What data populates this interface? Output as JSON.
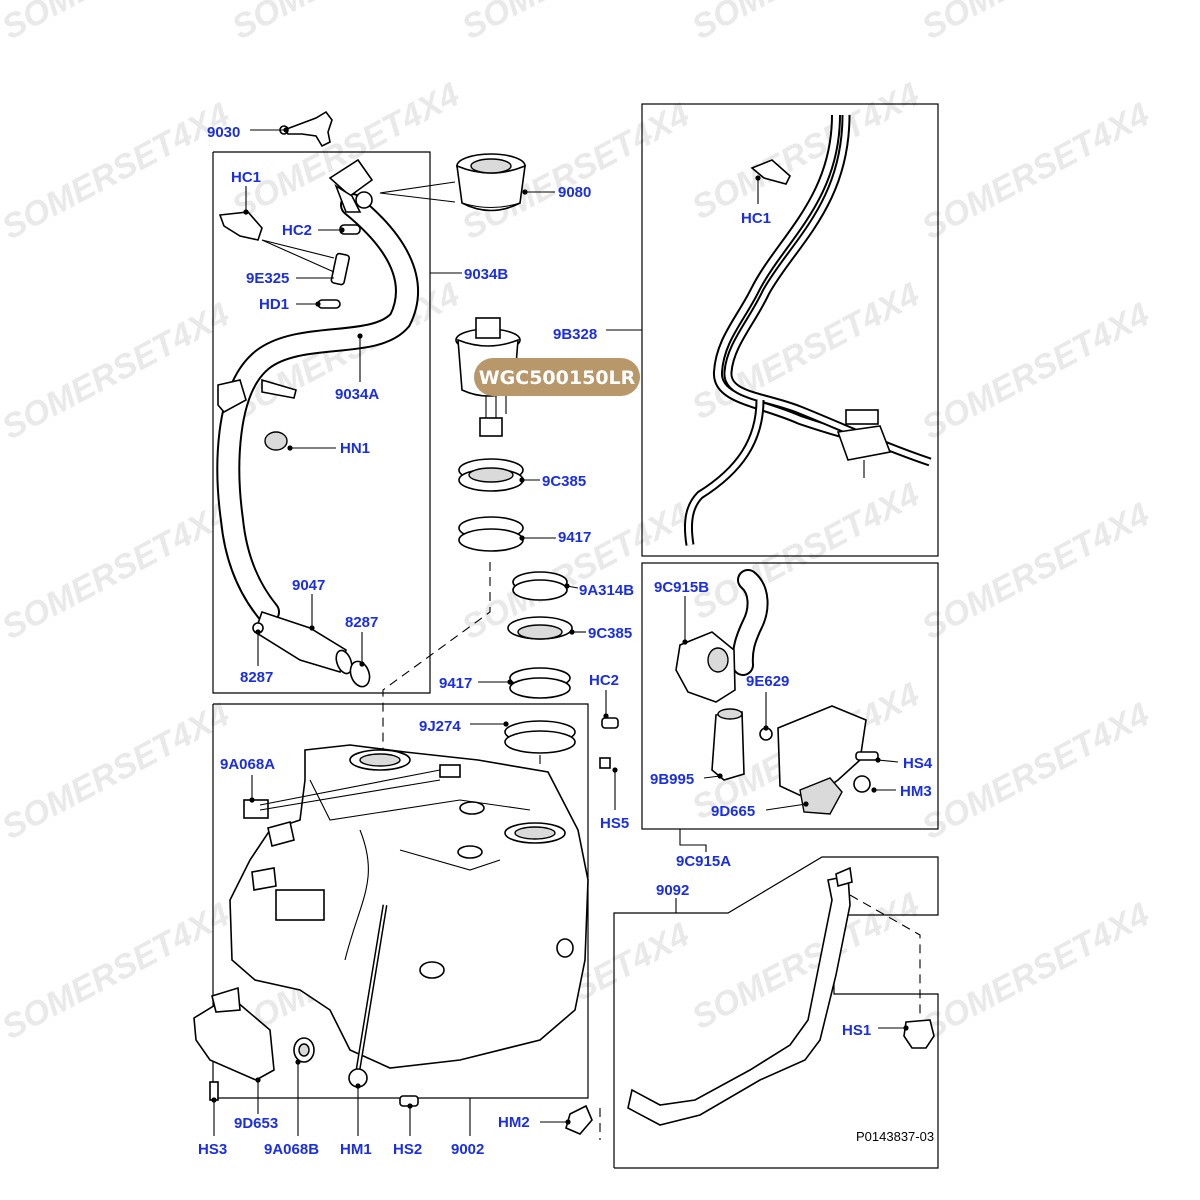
{
  "watermark": "SOMERSET4X4",
  "highlight_part": {
    "label": "WGC500150LR",
    "color": "#b8986a"
  },
  "reference": "P0143837-03",
  "callouts": {
    "c9030": "9030",
    "c9080": "9080",
    "cHC1a": "HC1",
    "cHC2a": "HC2",
    "c9E325": "9E325",
    "cHD1": "HD1",
    "c9034B": "9034B",
    "c9034A": "9034A",
    "cHN1": "HN1",
    "c9047": "9047",
    "c8287a": "8287",
    "c8287b": "8287",
    "c9C385a": "9C385",
    "c9417a": "9417",
    "c9A314B": "9A314B",
    "c9C385b": "9C385",
    "c9417b": "9417",
    "c9J274": "9J274",
    "c9B328": "9B328",
    "cHC1b": "HC1",
    "c9C915B": "9C915B",
    "cHC2b": "HC2",
    "c9E629": "9E629",
    "cHS4": "HS4",
    "cHM3": "HM3",
    "c9B995": "9B995",
    "c9D665": "9D665",
    "cHS5": "HS5",
    "c9C915A": "9C915A",
    "c9A068A": "9A068A",
    "c9092": "9092",
    "cHS1": "HS1",
    "cHM2": "HM2",
    "c9D653": "9D653",
    "cHS3": "HS3",
    "c9A068B": "9A068B",
    "cHM1": "HM1",
    "cHS2": "HS2",
    "c9002": "9002"
  }
}
